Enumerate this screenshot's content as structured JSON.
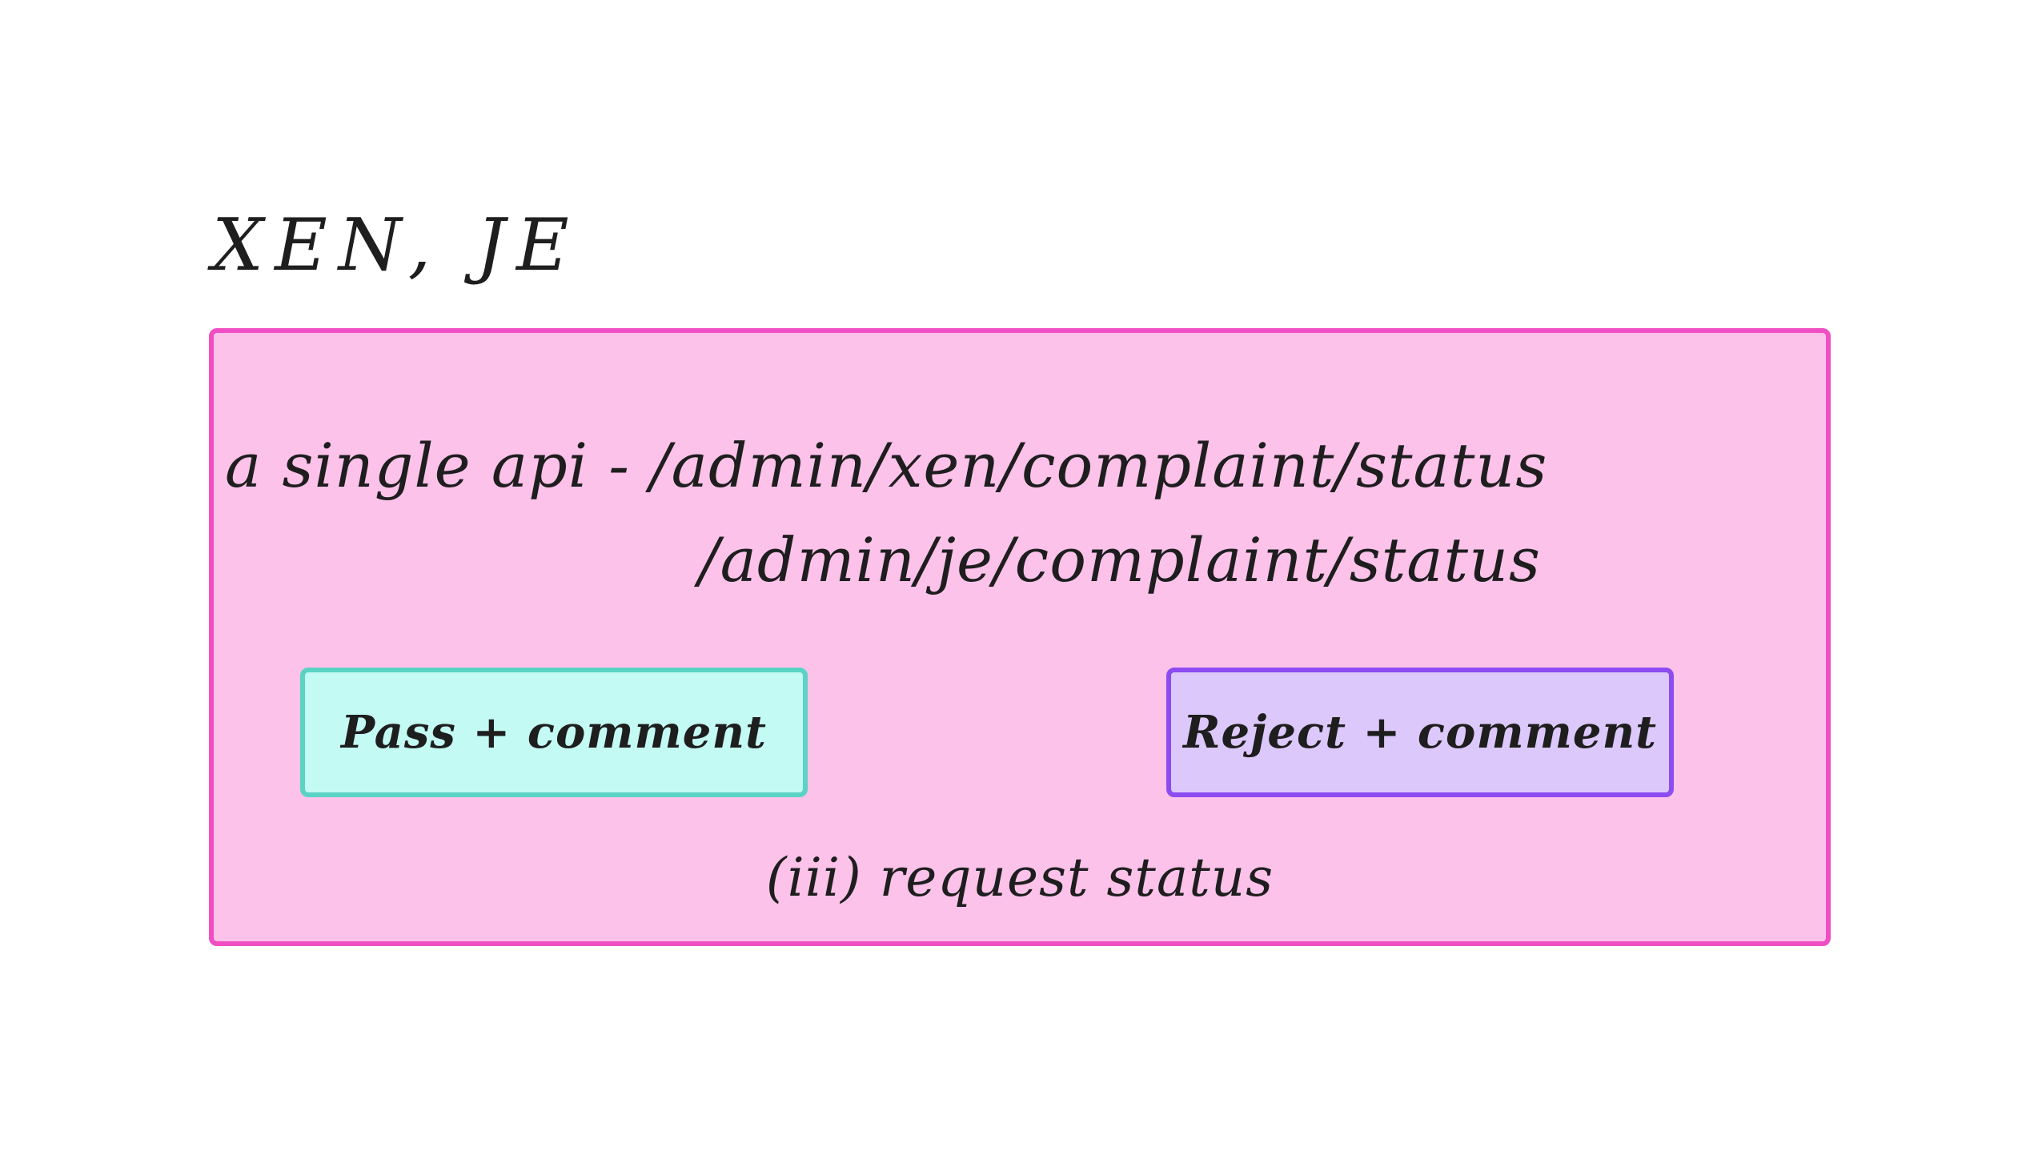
{
  "diagram": {
    "heading": "XEN, JE",
    "panel": {
      "api_line_1": "a single api - /admin/xen/complaint/status",
      "api_line_2": "/admin/je/complaint/status",
      "pass_button_label": "Pass + comment",
      "reject_button_label": "Reject + comment",
      "caption": "(iii) request status"
    },
    "colors": {
      "panel_fill": "#fcc2ea",
      "panel_border": "#f04fc4",
      "pass_fill": "#c3faf3",
      "pass_border": "#5ad3c5",
      "reject_fill": "#dcc8fb",
      "reject_border": "#8d4cf1",
      "text": "#1e1e1e"
    }
  }
}
